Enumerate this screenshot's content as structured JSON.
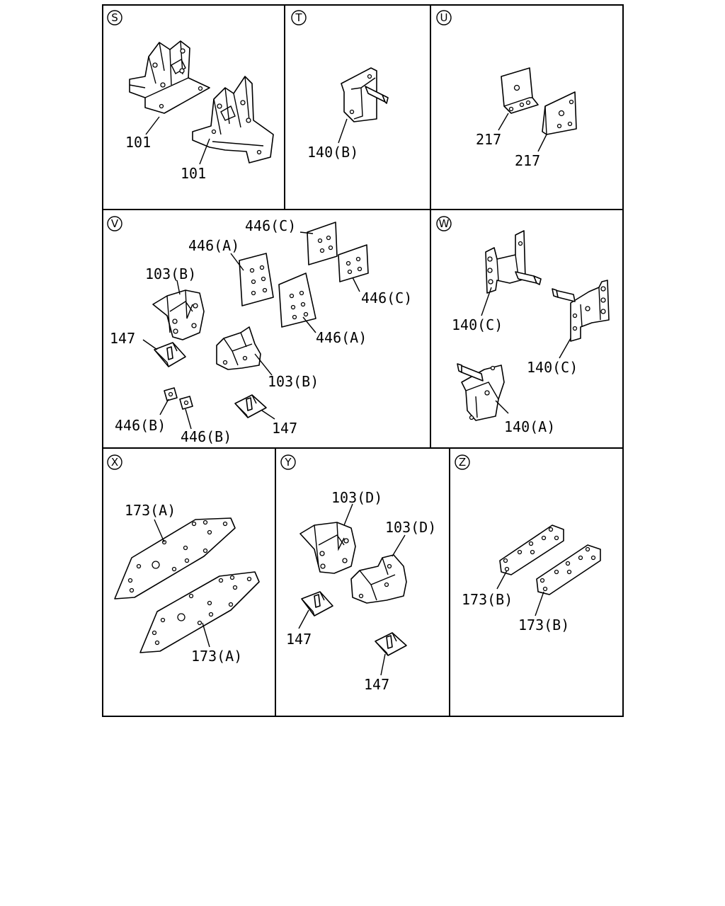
{
  "panels": {
    "S": {
      "badge": "S",
      "labels": [
        "101",
        "101"
      ]
    },
    "T": {
      "badge": "T",
      "labels": [
        "140(B)"
      ]
    },
    "U": {
      "badge": "U",
      "labels": [
        "217",
        "217"
      ]
    },
    "V": {
      "badge": "V",
      "labels": [
        "446(C)",
        "446(A)",
        "103(B)",
        "446(C)",
        "147",
        "446(A)",
        "103(B)",
        "446(B)",
        "446(B)",
        "147"
      ]
    },
    "W": {
      "badge": "W",
      "labels": [
        "140(C)",
        "140(C)",
        "140(A)"
      ]
    },
    "X": {
      "badge": "X",
      "labels": [
        "173(A)",
        "173(A)"
      ]
    },
    "Y": {
      "badge": "Y",
      "labels": [
        "103(D)",
        "103(D)",
        "147",
        "147"
      ]
    },
    "Z": {
      "badge": "Z",
      "labels": [
        "173(B)",
        "173(B)"
      ]
    }
  }
}
